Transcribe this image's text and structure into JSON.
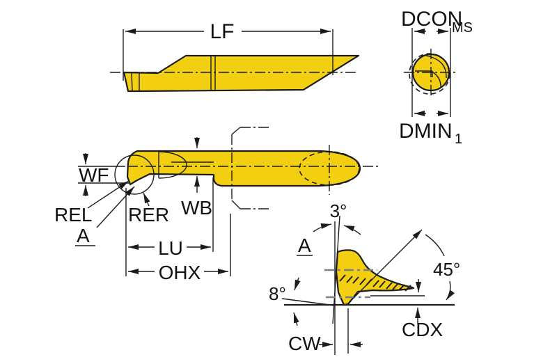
{
  "drawing": {
    "kind": "cutting-tool dimension drawing",
    "colors": {
      "body_fill": "#F3CF12",
      "outline": "#1c1c1c",
      "centerline_gray": "#7f7f7f"
    },
    "side_view": {
      "lf": "LF"
    },
    "end_view": {
      "dcon": "DCON",
      "dcon_sub": "MS",
      "dmin": "DMIN",
      "dmin_sub": "1"
    },
    "top_view": {
      "wf": "WF",
      "rel": "REL",
      "rer": "RER",
      "detail_ref": "A",
      "wb": "WB",
      "lu": "LU",
      "ohx": "OHX"
    },
    "detail_view": {
      "label": "A",
      "tilt_angle": "3°",
      "corner_angle": "45°",
      "clearance_angle": "8°",
      "cw": "CW",
      "cdx": "CDX"
    }
  }
}
